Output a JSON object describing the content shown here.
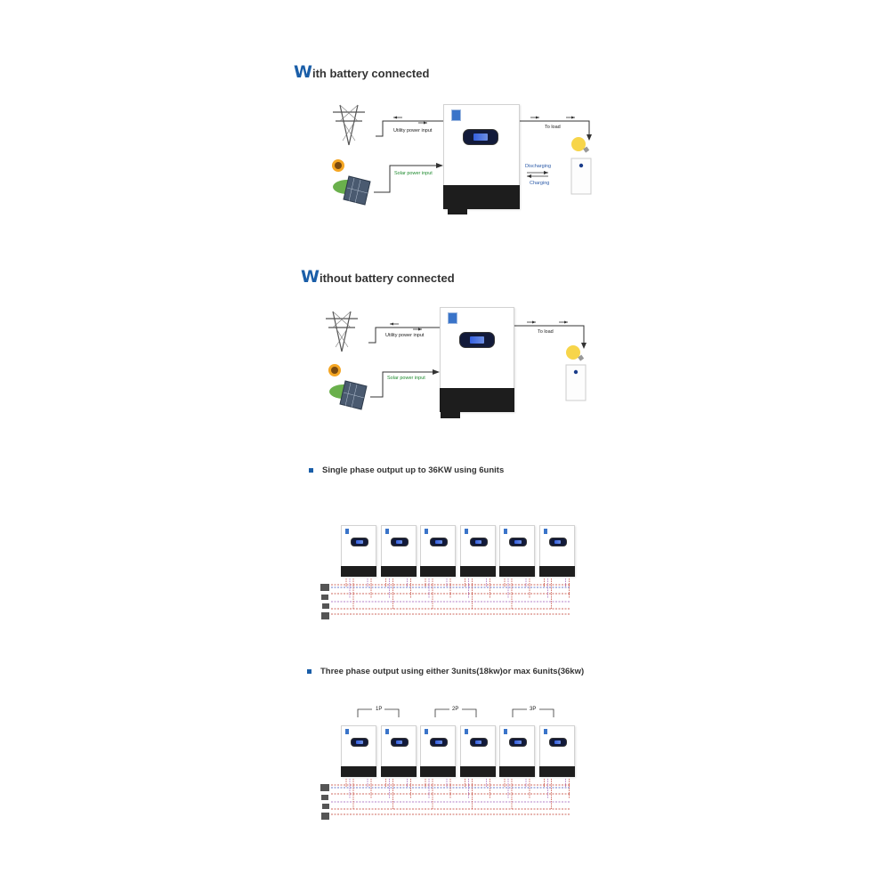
{
  "sections": [
    {
      "id": "with_battery",
      "initial": "W",
      "rest": "ith battery connected"
    },
    {
      "id": "without_battery",
      "initial": "W",
      "rest": "ithout battery connected"
    }
  ],
  "diagram_labels": {
    "utility": "Utility power input",
    "solar": "Solar power input",
    "to_load": "To load",
    "discharging": "Discharging",
    "charging": "Charging"
  },
  "parallel": {
    "single_phase": "Single phase output up to 36KW using 6units",
    "three_phase": "Three phase output using either 3units(18kw)or max 6units(36kw)",
    "phase_labels": [
      "1P",
      "2P",
      "3P"
    ]
  },
  "colors": {
    "heading_blue": "#1a5ea8",
    "solar_green": "#1e8a2e",
    "cable_red": "#c0392b",
    "cable_blue": "#3a4fb8",
    "cable_purple": "#9b59b6"
  }
}
